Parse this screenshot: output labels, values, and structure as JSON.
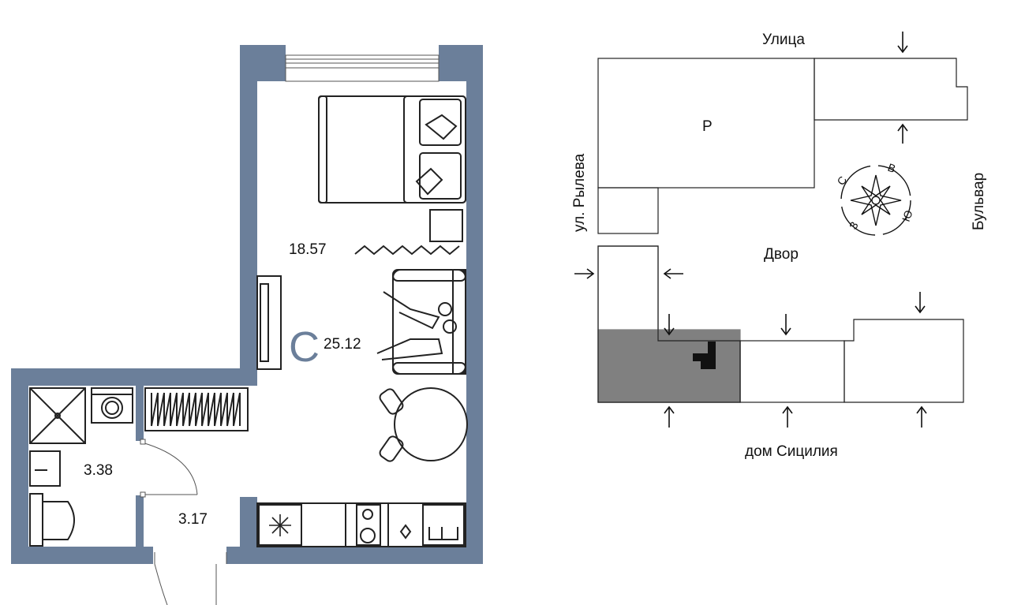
{
  "plan": {
    "areas": {
      "living": "18.57",
      "total": "25.12",
      "bathroom": "3.38",
      "hall": "3.17"
    },
    "apartment_type": "С"
  },
  "site": {
    "street_top": "Улица",
    "street_left": "ул. Рылева",
    "street_right": "Бульвар",
    "yard": "Двор",
    "building_p": "Р",
    "house_name": "дом Сицилия",
    "compass": {
      "n": "С",
      "e": "В",
      "s": "Ю",
      "w": "З"
    }
  },
  "colors": {
    "wall": "#6b7f9a",
    "highlight_block": "#808080",
    "apartment_marker": "#111111",
    "line": "#222222"
  }
}
